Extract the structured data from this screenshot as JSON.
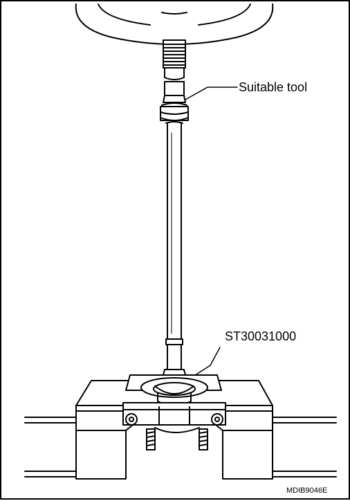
{
  "labels": {
    "suitable_tool": "Suitable tool",
    "special_tool": "ST30031000",
    "figure_code": "MDIB9046E"
  },
  "colors": {
    "line": "#000000",
    "background": "#ffffff"
  }
}
